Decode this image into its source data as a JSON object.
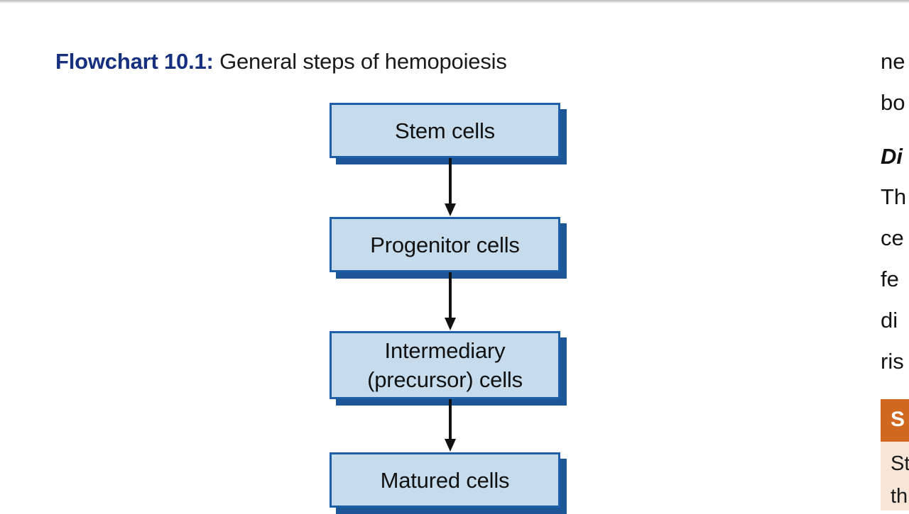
{
  "document": {
    "flowchart": {
      "title_label": "Flowchart 10.1:",
      "title_text": " General steps of hemopoiesis",
      "nodes": [
        {
          "id": "stem-cells",
          "lines": [
            "Stem cells"
          ]
        },
        {
          "id": "progenitor-cells",
          "lines": [
            "Progenitor cells"
          ]
        },
        {
          "id": "intermediary-precursor-cells",
          "lines": [
            "Intermediary",
            "(precursor) cells"
          ]
        },
        {
          "id": "matured-cells",
          "lines": [
            "Matured cells"
          ]
        }
      ],
      "node_text": {
        "stem_cells": "Stem cells",
        "progenitor_cells": "Progenitor cells",
        "intermediary_line1": "Intermediary",
        "intermediary_line2": "(precursor) cells",
        "matured_cells": "Matured cells"
      },
      "connectors": [
        {
          "from": "stem-cells",
          "to": "progenitor-cells",
          "type": "arrow-down"
        },
        {
          "from": "progenitor-cells",
          "to": "intermediary-precursor-cells",
          "type": "arrow-down"
        },
        {
          "from": "intermediary-precursor-cells",
          "to": "matured-cells",
          "type": "arrow-down"
        }
      ],
      "colors": {
        "title_accent": "#16307f",
        "node_fill": "#c6dced",
        "node_border": "#1f5fa8",
        "node_shadow": "#1d5697",
        "connector": "#111111"
      }
    },
    "right_column": {
      "lines": [
        {
          "text": "ne",
          "style": "body"
        },
        {
          "text": "bo",
          "style": "body"
        },
        {
          "text": "Di",
          "style": "heading"
        },
        {
          "text": "Th",
          "style": "body"
        },
        {
          "text": "ce",
          "style": "body"
        },
        {
          "text": "fe",
          "style": "body"
        },
        {
          "text": "di",
          "style": "body"
        },
        {
          "text": "ris",
          "style": "body"
        }
      ],
      "line_1": "ne",
      "line_2": "bo",
      "line_3": "Di",
      "line_4": "Th",
      "line_5": "ce",
      "line_6": "fe",
      "line_7": "di",
      "line_8": "ris",
      "callout": {
        "header": "S",
        "body_line_1": "St",
        "body_line_2": "th",
        "header_bg": "#d1681f",
        "body_bg": "#f7e5d7"
      }
    }
  }
}
